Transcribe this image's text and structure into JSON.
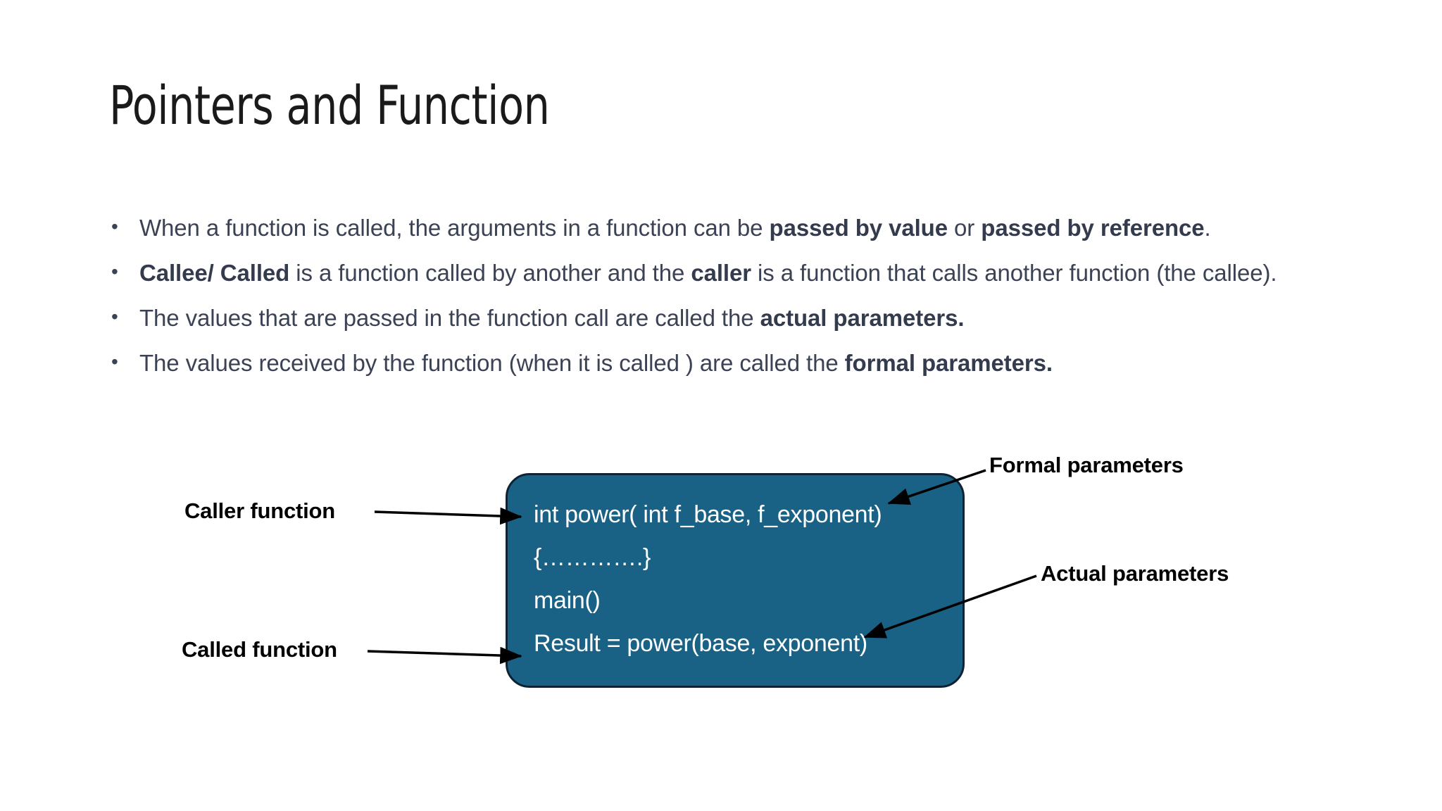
{
  "slide": {
    "title": "Pointers and Function",
    "bullet_glyph": "•",
    "text_color": "#3b4254",
    "accent_color": "#1a6285",
    "border_color": "#0f2233",
    "label_color": "#000000",
    "code_text_color": "#ffffff"
  },
  "bullets": [
    {
      "id": "bullet-passed-by",
      "parts": [
        {
          "text": "When a function is called, the arguments in a function can be ",
          "bold": false
        },
        {
          "text": "passed by value",
          "bold": true
        },
        {
          "text": " or ",
          "bold": false
        },
        {
          "text": "passed by reference",
          "bold": true
        },
        {
          "text": ".",
          "bold": false
        }
      ]
    },
    {
      "id": "bullet-callee-caller",
      "parts": [
        {
          "text": "Callee/ Called",
          "bold": true
        },
        {
          "text": " is a function called by another and the ",
          "bold": false
        },
        {
          "text": "caller",
          "bold": true
        },
        {
          "text": " is a function that calls another function (the callee).",
          "bold": false
        }
      ]
    },
    {
      "id": "bullet-actual-parameters",
      "parts": [
        {
          "text": "The values that are passed in the function call are called the ",
          "bold": false
        },
        {
          "text": "actual parameters.",
          "bold": true
        }
      ]
    },
    {
      "id": "bullet-formal-parameters",
      "parts": [
        {
          "text": "The values received by the function (when it is called ) are called the ",
          "bold": false
        },
        {
          "text": "formal parameters.",
          "bold": true
        }
      ]
    }
  ],
  "diagram": {
    "code_lines": [
      "int power( int f_base, f_exponent)",
      "{………….}",
      "main()",
      "Result = power(base, exponent)"
    ],
    "labels": {
      "caller_function": "Caller function",
      "called_function": "Called function",
      "formal_parameters": "Formal parameters",
      "actual_parameters": "Actual parameters"
    }
  }
}
